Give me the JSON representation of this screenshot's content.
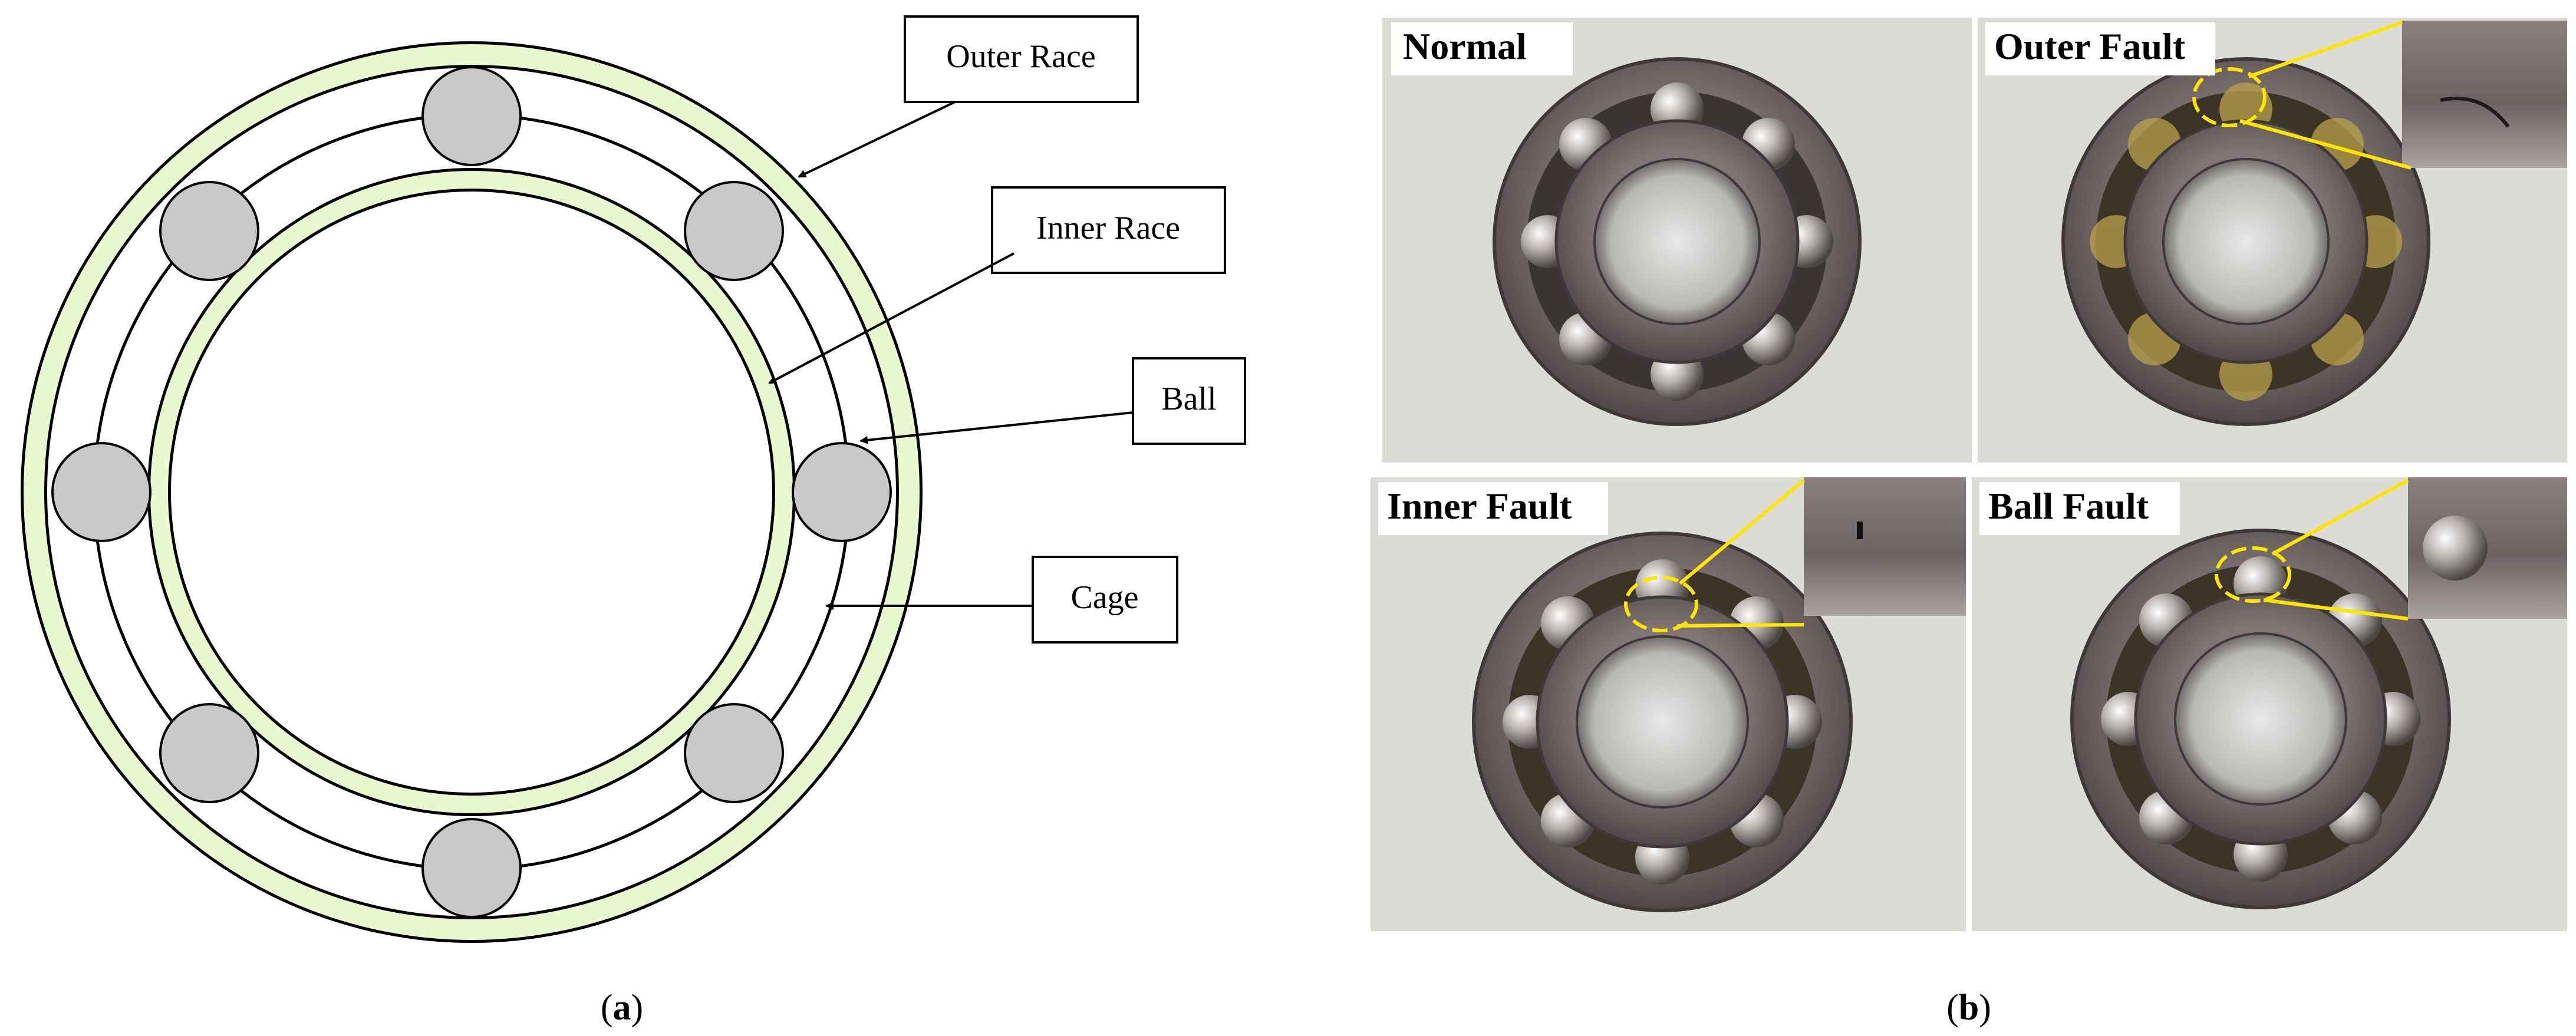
{
  "panel_a": {
    "labels": {
      "outer_race": "Outer Race",
      "inner_race": "Inner Race",
      "ball": "Ball",
      "cage": "Cage"
    },
    "caption_prefix": "(",
    "caption_letter": "a",
    "caption_suffix": ")"
  },
  "panel_b": {
    "photos": {
      "normal": "Normal",
      "outer_fault": "Outer Fault",
      "inner_fault": "Inner Fault",
      "ball_fault": "Ball Fault"
    },
    "caption_prefix": "(",
    "caption_letter": "b",
    "caption_suffix": ")"
  },
  "colors": {
    "race_fill": "#e8f8cf",
    "ball_fill": "#c8c8c8",
    "photo_bg": "#dcdcd6",
    "highlight": "#ffe600",
    "metal": "#8a7f7d"
  }
}
